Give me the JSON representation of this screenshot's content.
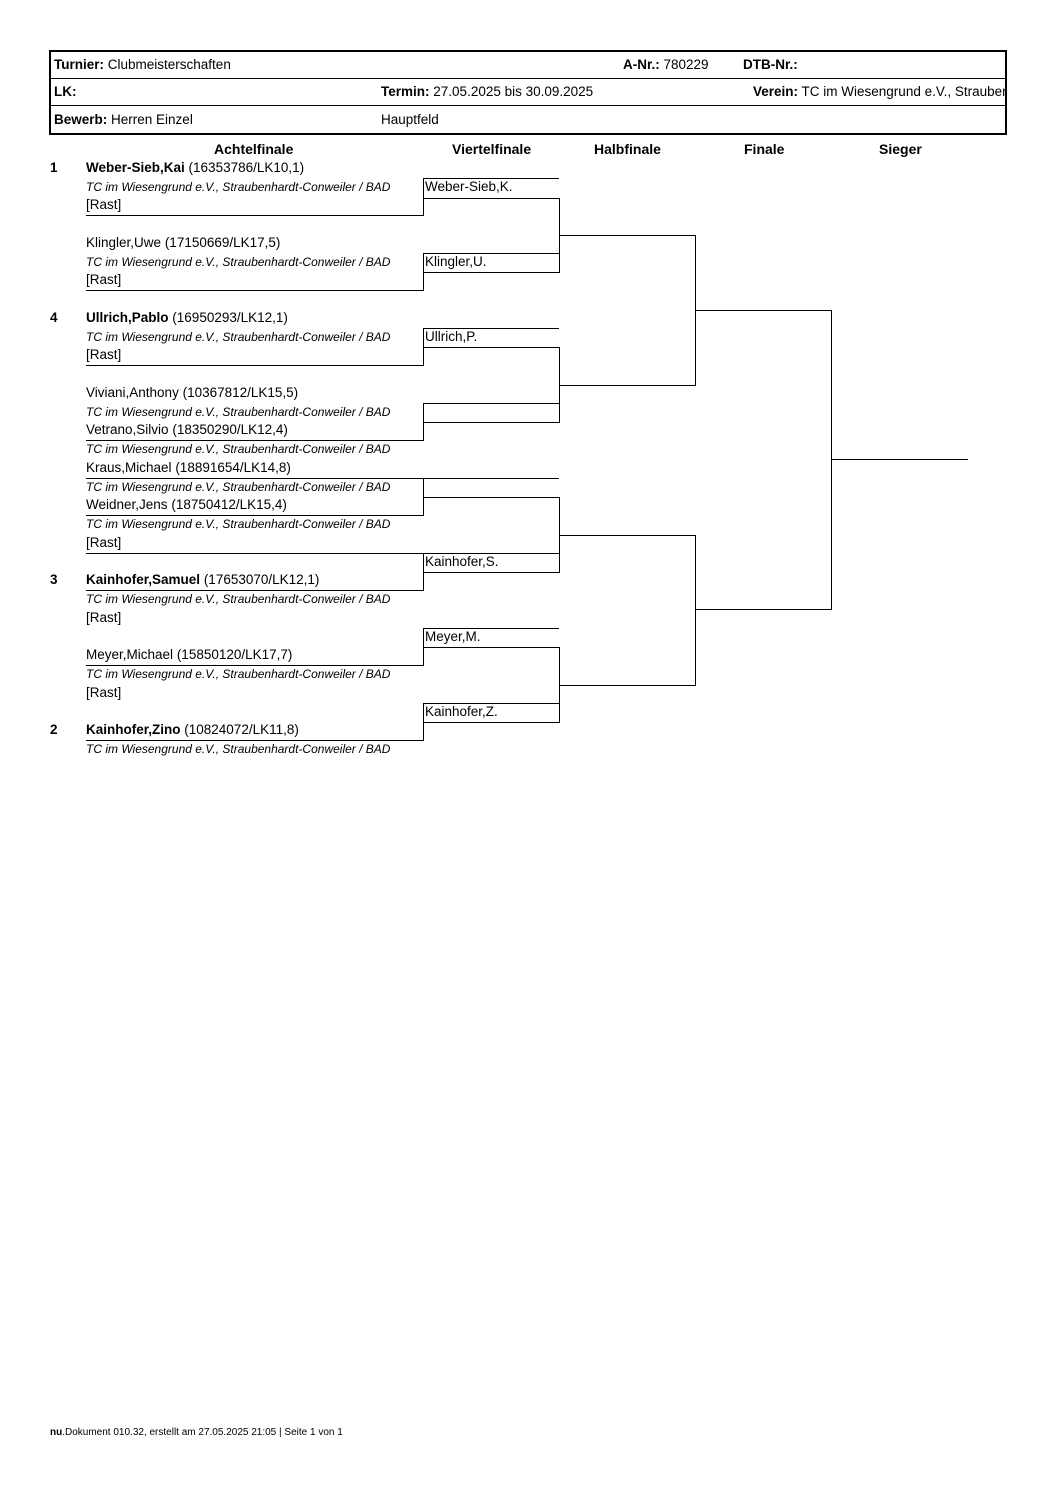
{
  "header": {
    "turnier_label": "Turnier:",
    "turnier_value": "Clubmeisterschaften",
    "anr_label": "A-Nr.:",
    "anr_value": "780229",
    "dtb_label": "DTB-Nr.:",
    "dtb_value": "",
    "lk_label": "LK:",
    "lk_value": "",
    "termin_label": "Termin:",
    "termin_value": "27.05.2025 bis 30.09.2025",
    "verein_label": "Verein:",
    "verein_value": "TC im Wiesengrund e.V., Straubenhardt-Conweiler",
    "bewerb_label": "Bewerb:",
    "bewerb_value": "Herren Einzel",
    "feld_value": "Hauptfeld"
  },
  "columns": {
    "r16": "Achtelfinale",
    "qf": "Viertelfinale",
    "sf": "Halbfinale",
    "f": "Finale",
    "w": "Sieger"
  },
  "club_text": "TC im Wiesengrund e.V., Straubenhardt-Conweiler / BAD",
  "bye_text": "[Rast]",
  "entries": [
    {
      "seed": "1",
      "name": "Weber-Sieb,Kai",
      "info": "(16353786/LK10,1)"
    },
    {
      "seed": "",
      "name": "Klingler,Uwe",
      "info": "(17150669/LK17,5)"
    },
    {
      "seed": "4",
      "name": "Ullrich,Pablo",
      "info": "(16950293/LK12,1)"
    },
    {
      "seed": "",
      "name": "Viviani,Anthony",
      "info": "(10367812/LK15,5)"
    },
    {
      "seed": "",
      "name": "Vetrano,Silvio",
      "info": "(18350290/LK12,4)"
    },
    {
      "seed": "",
      "name": "Kraus,Michael",
      "info": "(18891654/LK14,8)"
    },
    {
      "seed": "",
      "name": "Weidner,Jens",
      "info": "(18750412/LK15,4)"
    },
    {
      "seed": "3",
      "name": "Kainhofer,Samuel",
      "info": "(17653070/LK12,1)"
    },
    {
      "seed": "",
      "name": "Meyer,Michael",
      "info": "(15850120/LK17,7)"
    },
    {
      "seed": "2",
      "name": "Kainhofer,Zino",
      "info": "(10824072/LK11,8)"
    }
  ],
  "qf_winners": [
    "Weber-Sieb,K.",
    "Klingler,U.",
    "Ullrich,P.",
    "Kainhofer,S.",
    "Meyer,M.",
    "Kainhofer,Z."
  ],
  "footer": {
    "brand": "nu",
    "text": ".Dokument 010.32, erstellt am 27.05.2025 21:05 | Seite 1 von  1"
  }
}
